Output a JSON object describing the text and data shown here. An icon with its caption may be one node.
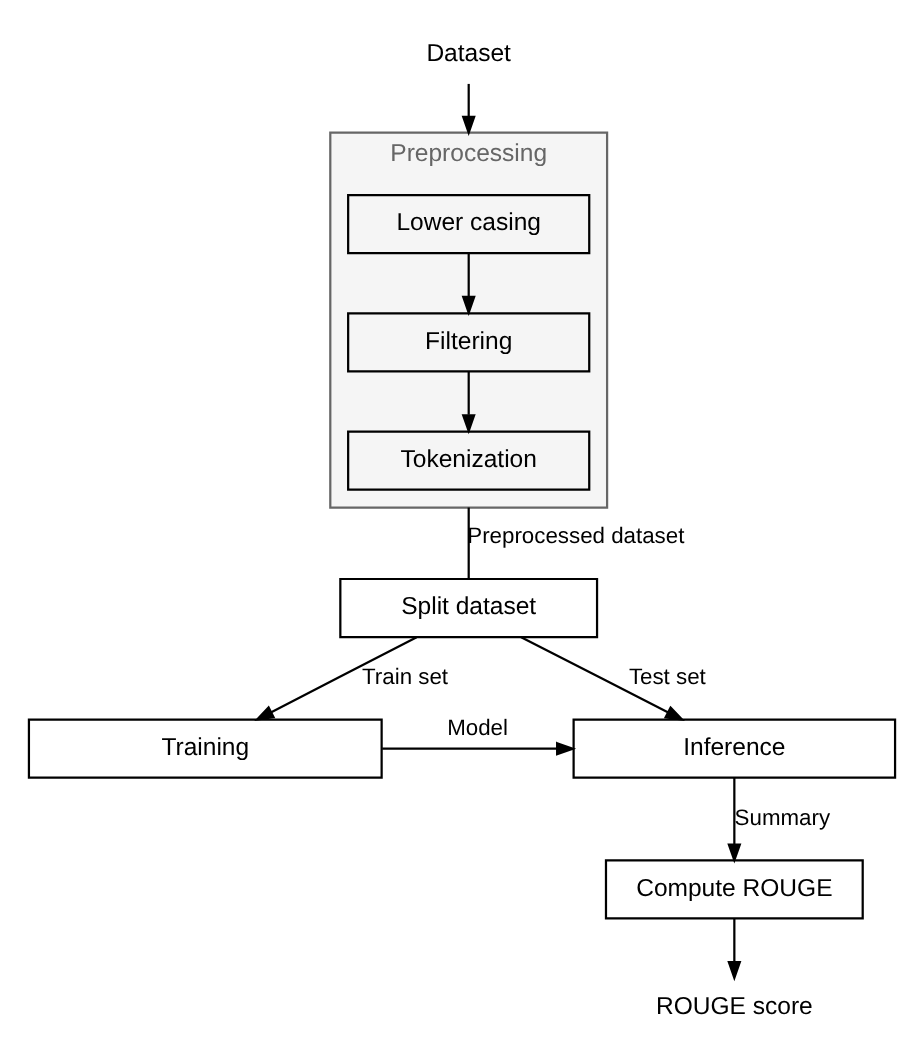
{
  "diagram": {
    "nodes": [
      {
        "text": [
          "Dataset"
        ]
      },
      {
        "text": [
          "Preprocessing"
        ]
      },
      {
        "text": [
          "Lower casing"
        ],
        "in": 1
      },
      {
        "text": [
          "Filtering"
        ],
        "in": 1
      },
      {
        "text": [
          "Tokenization"
        ],
        "in": 1
      },
      {
        "text": [
          "Split dataset"
        ]
      },
      {
        "text": [
          "Training"
        ]
      },
      {
        "text": [
          "Inference"
        ]
      },
      {
        "text": [
          "Compute ROUGE"
        ]
      },
      {
        "text": [
          "ROUGE score"
        ]
      }
    ],
    "edges": [
      {
        "from": 0,
        "to": 1,
        "arrow": "to"
      },
      {
        "from": 2,
        "to": 3,
        "arrow": "to"
      },
      {
        "from": 3,
        "to": 4,
        "arrow": "to"
      },
      {
        "from": 1,
        "to": 5,
        "arrow": "none",
        "label": "Preprocessed dataset"
      },
      {
        "from": 5,
        "to": 6,
        "arrow": "to",
        "label": "Train set"
      },
      {
        "from": 5,
        "to": 7,
        "arrow": "to",
        "label": "Test set"
      },
      {
        "from": 6,
        "to": 7,
        "arrow": "to",
        "label": "Model"
      },
      {
        "from": 7,
        "to": 8,
        "arrow": "to",
        "label": "Summary"
      },
      {
        "from": 8,
        "to": 9,
        "arrow": "to"
      }
    ]
  }
}
